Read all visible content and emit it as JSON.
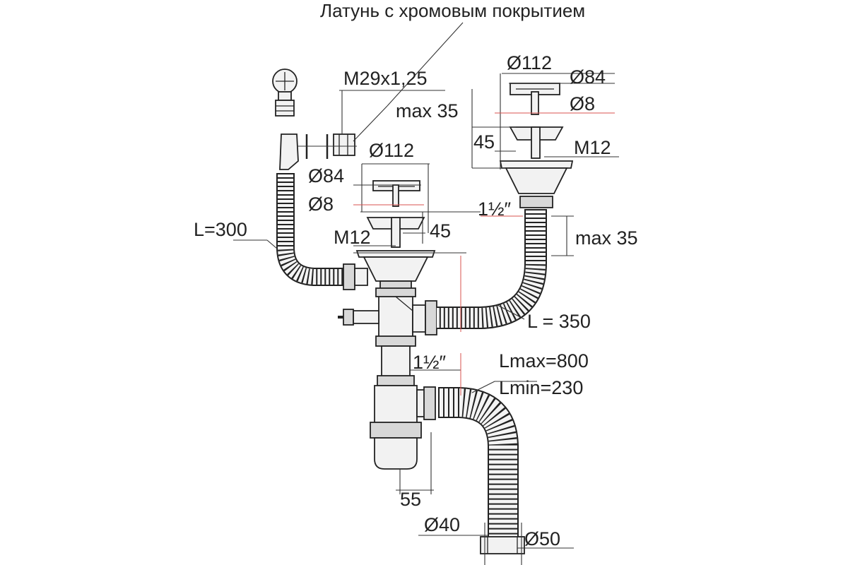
{
  "labels": {
    "material": "Латунь с хромовым покрытием",
    "thread": "M29x1,25",
    "max35_top": "max 35",
    "d112_left": "Ø112",
    "d84_left": "Ø84",
    "d8_left": "Ø8",
    "m12_left": "M12",
    "h45_left": "45",
    "l300": "L=300",
    "d112_right": "Ø112",
    "d84_right": "Ø84",
    "d8_right": "Ø8",
    "h45_right": "45",
    "m12_right": "M12",
    "inch_top": "1½″",
    "max35_right": "max 35",
    "l350": "L = 350",
    "inch_mid": "1½″",
    "lmax": "Lmax=800",
    "lmin": "Lmin=230",
    "dim55": "55",
    "d40": "Ø40",
    "d50": "Ø50"
  },
  "colors": {
    "line": "#222222",
    "accent_dim": "#d9534f",
    "part_fill": "#f2f2f2"
  }
}
